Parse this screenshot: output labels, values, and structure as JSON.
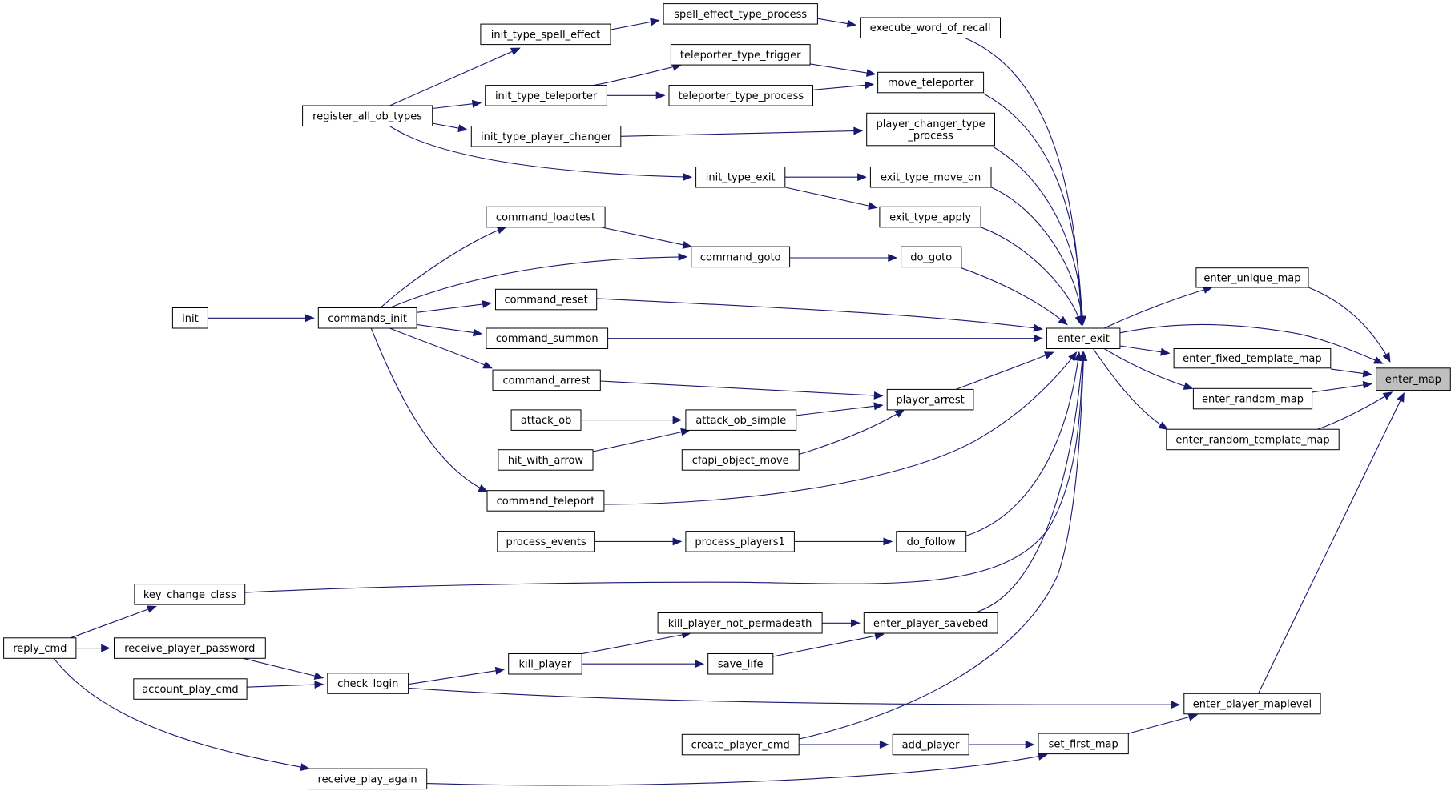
{
  "graph": {
    "direction": "callers of enter_map (edges point from caller's callee toward the right)",
    "colors": {
      "edge": "#191970",
      "focus_fill": "#bfbfbf",
      "truncated_border": "#ff0000",
      "normal_border": "#000000",
      "node_fill": "#ffffff"
    },
    "nodes": [
      {
        "id": "enter_map",
        "lines": [
          "enter_map"
        ],
        "style": "focus"
      },
      {
        "id": "enter_exit",
        "lines": [
          "enter_exit"
        ],
        "style": "normal"
      },
      {
        "id": "enter_unique_map",
        "lines": [
          "enter_unique_map"
        ],
        "style": "normal"
      },
      {
        "id": "enter_fixed_template_map",
        "lines": [
          "enter_fixed_template_map"
        ],
        "style": "normal"
      },
      {
        "id": "enter_random_map",
        "lines": [
          "enter_random_map"
        ],
        "style": "normal"
      },
      {
        "id": "enter_random_template_map",
        "lines": [
          "enter_random_template_map"
        ],
        "style": "normal"
      },
      {
        "id": "enter_player_maplevel",
        "lines": [
          "enter_player_maplevel"
        ],
        "style": "normal"
      },
      {
        "id": "set_first_map",
        "lines": [
          "set_first_map"
        ],
        "style": "normal"
      },
      {
        "id": "execute_word_of_recall",
        "lines": [
          "execute_word_of_recall"
        ],
        "style": "normal"
      },
      {
        "id": "spell_effect_type_process",
        "lines": [
          "spell_effect_type_process"
        ],
        "style": "normal"
      },
      {
        "id": "init_type_spell_effect",
        "lines": [
          "init_type_spell_effect"
        ],
        "style": "normal"
      },
      {
        "id": "register_all_ob_types",
        "lines": [
          "register_all_ob_types"
        ],
        "style": "truncated"
      },
      {
        "id": "teleporter_type_trigger",
        "lines": [
          "teleporter_type_trigger"
        ],
        "style": "normal"
      },
      {
        "id": "move_teleporter",
        "lines": [
          "move_teleporter"
        ],
        "style": "normal"
      },
      {
        "id": "init_type_teleporter",
        "lines": [
          "init_type_teleporter"
        ],
        "style": "normal"
      },
      {
        "id": "teleporter_type_process",
        "lines": [
          "teleporter_type_process"
        ],
        "style": "normal"
      },
      {
        "id": "player_changer_type_process",
        "lines": [
          "player_changer_type",
          "_process"
        ],
        "style": "normal"
      },
      {
        "id": "init_type_player_changer",
        "lines": [
          "init_type_player_changer"
        ],
        "style": "normal"
      },
      {
        "id": "init_type_exit",
        "lines": [
          "init_type_exit"
        ],
        "style": "normal"
      },
      {
        "id": "exit_type_move_on",
        "lines": [
          "exit_type_move_on"
        ],
        "style": "normal"
      },
      {
        "id": "exit_type_apply",
        "lines": [
          "exit_type_apply"
        ],
        "style": "normal"
      },
      {
        "id": "command_loadtest",
        "lines": [
          "command_loadtest"
        ],
        "style": "normal"
      },
      {
        "id": "command_goto",
        "lines": [
          "command_goto"
        ],
        "style": "normal"
      },
      {
        "id": "do_goto",
        "lines": [
          "do_goto"
        ],
        "style": "normal"
      },
      {
        "id": "init",
        "lines": [
          "init"
        ],
        "style": "truncated"
      },
      {
        "id": "commands_init",
        "lines": [
          "commands_init"
        ],
        "style": "normal"
      },
      {
        "id": "command_reset",
        "lines": [
          "command_reset"
        ],
        "style": "normal"
      },
      {
        "id": "command_summon",
        "lines": [
          "command_summon"
        ],
        "style": "normal"
      },
      {
        "id": "command_arrest",
        "lines": [
          "command_arrest"
        ],
        "style": "normal"
      },
      {
        "id": "player_arrest",
        "lines": [
          "player_arrest"
        ],
        "style": "normal"
      },
      {
        "id": "attack_ob",
        "lines": [
          "attack_ob"
        ],
        "style": "truncated"
      },
      {
        "id": "attack_ob_simple",
        "lines": [
          "attack_ob_simple"
        ],
        "style": "normal"
      },
      {
        "id": "hit_with_arrow",
        "lines": [
          "hit_with_arrow"
        ],
        "style": "truncated"
      },
      {
        "id": "cfapi_object_move",
        "lines": [
          "cfapi_object_move"
        ],
        "style": "normal"
      },
      {
        "id": "command_teleport",
        "lines": [
          "command_teleport"
        ],
        "style": "normal"
      },
      {
        "id": "process_events",
        "lines": [
          "process_events"
        ],
        "style": "truncated"
      },
      {
        "id": "process_players1",
        "lines": [
          "process_players1"
        ],
        "style": "normal"
      },
      {
        "id": "do_follow",
        "lines": [
          "do_follow"
        ],
        "style": "normal"
      },
      {
        "id": "key_change_class",
        "lines": [
          "key_change_class"
        ],
        "style": "normal"
      },
      {
        "id": "reply_cmd",
        "lines": [
          "reply_cmd"
        ],
        "style": "normal"
      },
      {
        "id": "receive_player_password",
        "lines": [
          "receive_player_password"
        ],
        "style": "normal"
      },
      {
        "id": "kill_player_not_permadeath",
        "lines": [
          "kill_player_not_permadeath"
        ],
        "style": "normal"
      },
      {
        "id": "enter_player_savebed",
        "lines": [
          "enter_player_savebed"
        ],
        "style": "normal"
      },
      {
        "id": "kill_player",
        "lines": [
          "kill_player"
        ],
        "style": "truncated"
      },
      {
        "id": "save_life",
        "lines": [
          "save_life"
        ],
        "style": "normal"
      },
      {
        "id": "account_play_cmd",
        "lines": [
          "account_play_cmd"
        ],
        "style": "normal"
      },
      {
        "id": "check_login",
        "lines": [
          "check_login"
        ],
        "style": "normal"
      },
      {
        "id": "create_player_cmd",
        "lines": [
          "create_player_cmd"
        ],
        "style": "normal"
      },
      {
        "id": "add_player",
        "lines": [
          "add_player"
        ],
        "style": "truncated"
      },
      {
        "id": "receive_play_again",
        "lines": [
          "receive_play_again"
        ],
        "style": "truncated"
      }
    ]
  }
}
